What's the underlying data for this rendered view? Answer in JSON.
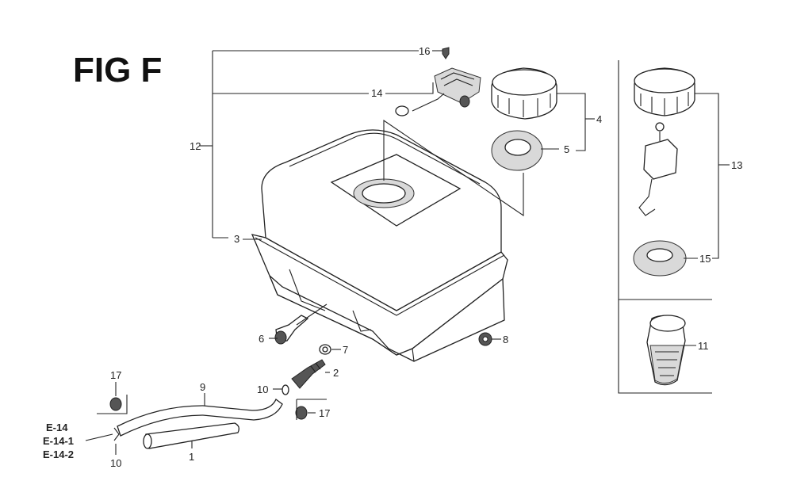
{
  "figure": {
    "title": "FIG F"
  },
  "callouts": {
    "c1": "1",
    "c2": "2",
    "c3": "3",
    "c4": "4",
    "c5": "5",
    "c6": "6",
    "c7": "7",
    "c8": "8",
    "c9": "9",
    "c10a": "10",
    "c10b": "10",
    "c11": "11",
    "c12": "12",
    "c13": "13",
    "c14": "14",
    "c15": "15",
    "c16": "16",
    "c17a": "17",
    "c17b": "17"
  },
  "references": {
    "r1": "E-14",
    "r2": "E-14-1",
    "r3": "E-14-2"
  }
}
